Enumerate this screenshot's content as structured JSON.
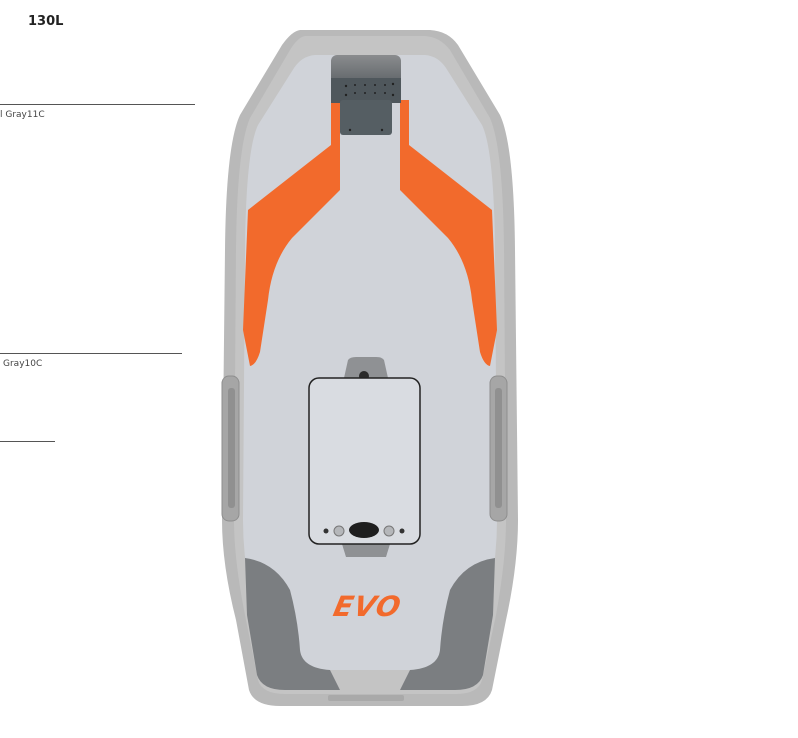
{
  "model": "130L",
  "labels": [
    {
      "text": "l Gray11C"
    },
    {
      "text": "Gray10C"
    },
    {
      "text": ""
    }
  ],
  "board": {
    "logo": "EVO"
  },
  "colors": {
    "shell": "#b9b9b9",
    "deck": "#d0d3d9",
    "accent": "#f26a2c",
    "kickpad": "#7b7e81",
    "nose_box": "#555e63"
  }
}
